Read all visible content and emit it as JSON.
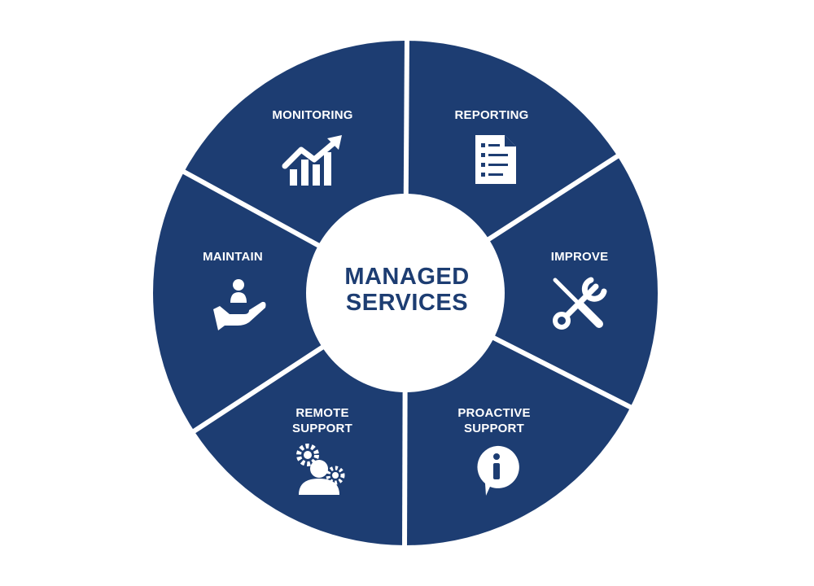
{
  "colors": {
    "segment_fill": "#1d3d72",
    "divider": "#ffffff",
    "center_fill": "#ffffff",
    "center_text": "#1d3d72"
  },
  "center": {
    "line1": "MANAGED",
    "line2": "SERVICES"
  },
  "segments": [
    {
      "id": "monitoring",
      "label_lines": [
        "MONITORING"
      ],
      "icon": "growth-chart-icon"
    },
    {
      "id": "reporting",
      "label_lines": [
        "REPORTING"
      ],
      "icon": "report-document-icon"
    },
    {
      "id": "improve",
      "label_lines": [
        "IMPROVE"
      ],
      "icon": "wrench-screwdriver-icon"
    },
    {
      "id": "proactive-support",
      "label_lines": [
        "PROACTIVE",
        "SUPPORT"
      ],
      "icon": "info-bubble-icon"
    },
    {
      "id": "remote-support",
      "label_lines": [
        "REMOTE",
        "SUPPORT"
      ],
      "icon": "user-gears-icon"
    },
    {
      "id": "maintain",
      "label_lines": [
        "MAINTAIN"
      ],
      "icon": "hand-care-icon"
    }
  ]
}
